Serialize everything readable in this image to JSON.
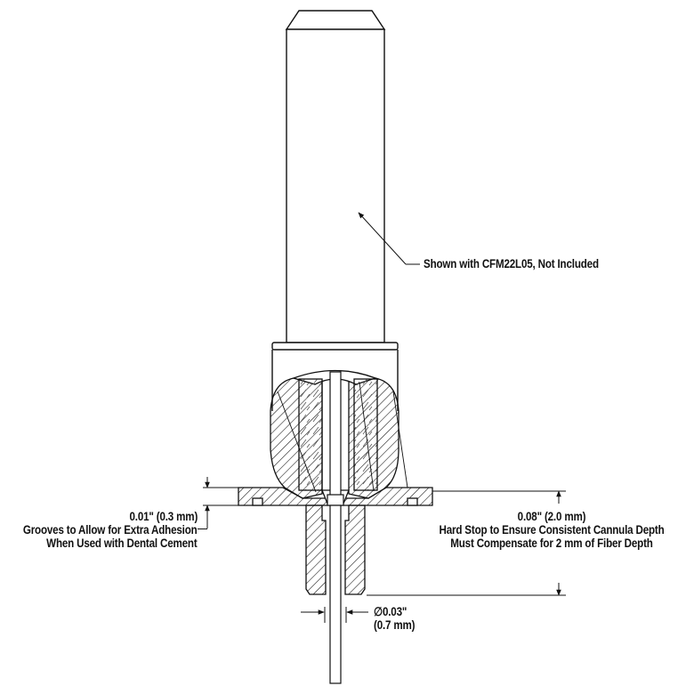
{
  "annotations": {
    "cfm_note": "Shown with CFM22L05, Not Included",
    "groove_dim": "0.01\" (0.3 mm)",
    "groove_line1": "Grooves to Allow for Extra Adhesion",
    "groove_line2": "When Used with Dental Cement",
    "stop_dim": "0.08\" (2.0 mm)",
    "stop_line1": "Hard Stop to Ensure Consistent Cannula Depth",
    "stop_line2": "Must Compensate for 2 mm of Fiber Depth",
    "fiber_dia": "∅0.03\"",
    "fiber_dia_mm": "(0.7 mm)"
  },
  "colors": {
    "line": "#111111",
    "background": "#ffffff"
  }
}
